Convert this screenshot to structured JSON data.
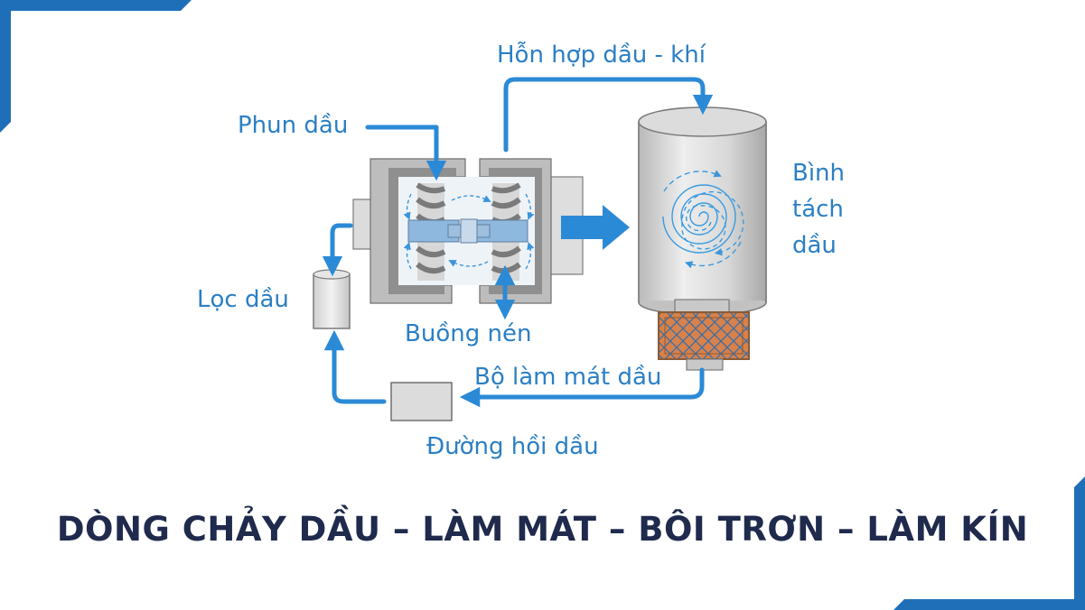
{
  "labels": {
    "phun_dau": "Phun dầu",
    "hon_hop": "Hỗn hợp dầu - khí",
    "binh_line1": "Bình",
    "binh_line2": "tách",
    "binh_line3": "dầu",
    "loc_dau": "Lọc dầu",
    "buong_nen": "Buồng nén",
    "bo_lam_mat": "Bộ làm mát dầu",
    "duong_hoi": "Đường hồi dầu"
  },
  "title": "DÒNG CHẢY DẦU – LÀM MÁT – BÔI TRƠN – LÀM KÍN",
  "colors": {
    "accent_blue": "#2b8ad6",
    "label_blue": "#2b7fc4",
    "title_navy": "#1f2a4d",
    "frame_blue": "#1e6fb8",
    "housing_gray": "#8a8a8a",
    "cooler_orange": "#d9814a"
  }
}
